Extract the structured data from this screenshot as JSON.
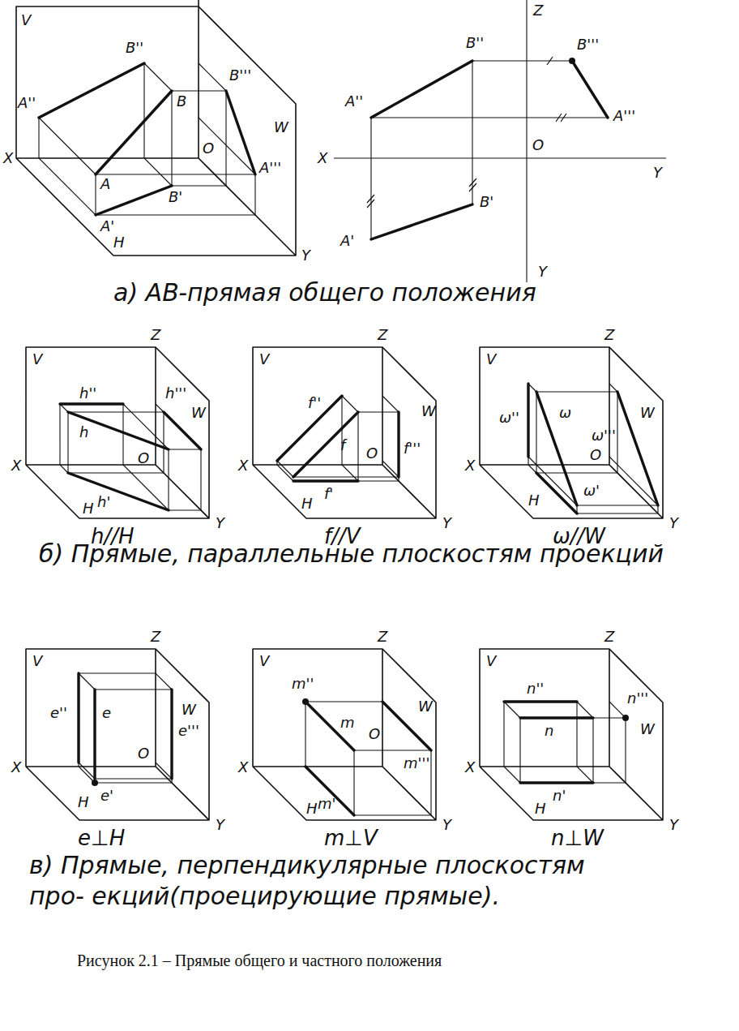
{
  "diagram": {
    "caption": "Рисунок 2.1 – Прямые общего и частного положения",
    "labels": [
      "V",
      "A''",
      "B''",
      "B",
      "B'''",
      "W",
      "O",
      "X",
      "A",
      "A'''",
      "B'",
      "A'",
      "H",
      "Y",
      "Z",
      "B''",
      "B'''",
      "A''",
      "A'''",
      "O",
      "X",
      "Y",
      "B'",
      "A'",
      "Y",
      "а) AB-прямая общего положения",
      "V",
      "Z",
      "h''",
      "h",
      "h'''",
      "W",
      "O",
      "X",
      "h'",
      "H",
      "Y",
      "h//H",
      "V",
      "Z",
      "f''",
      "f",
      "W",
      "f'''",
      "O",
      "X",
      "H",
      "f'",
      "Y",
      "f//V",
      "V",
      "Z",
      "ω''",
      "ω",
      "W",
      "ω'''",
      "O",
      "X",
      "H",
      "ω'",
      "Y",
      "ω//W",
      "б) Прямые, параллельные плоскостям проекций",
      "V",
      "Z",
      "e''",
      "e",
      "W",
      "e'''",
      "O",
      "X",
      "H",
      "e'",
      "Y",
      "e⊥H",
      "V",
      "Z",
      "m''",
      "m",
      "O",
      "W",
      "m'''",
      "X",
      "H",
      "m'",
      "Y",
      "m⊥V",
      "V",
      "Z",
      "n''",
      "n'''",
      "W",
      "n",
      "X",
      "n'",
      "H",
      "Y",
      "n⊥W",
      "в) Прямые, перпендикулярные плоскостям про- екций(проецирующие прямые)."
    ]
  }
}
